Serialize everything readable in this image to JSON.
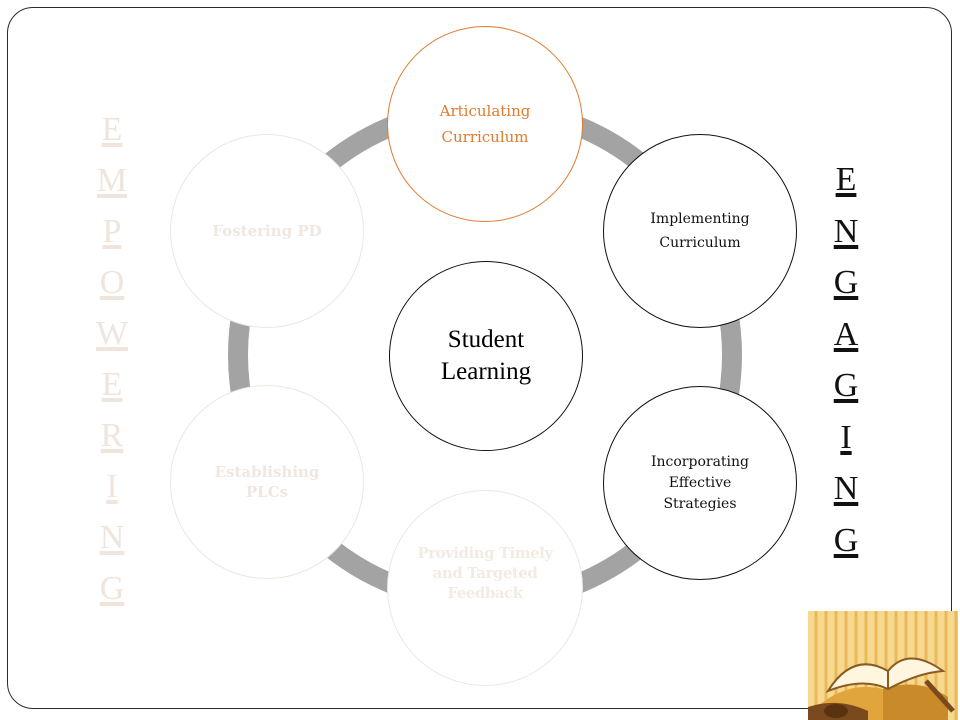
{
  "center": {
    "label": "Student Learning"
  },
  "nodes": [
    {
      "id": "articulating",
      "label": "Articulating\nCurriculum",
      "color": "#e07a2e",
      "border": "#e07a2e"
    },
    {
      "id": "implementing",
      "label": "Implementing\nCurriculum",
      "color": "#111111",
      "border": "#111111"
    },
    {
      "id": "incorporating",
      "label": "Incorporating\nEffective\nStrategies",
      "color": "#111111",
      "border": "#111111"
    },
    {
      "id": "providing",
      "label": "Providing Timely\nand Targeted\nFeedback",
      "color": "#f2ebe3",
      "border": "#ece6e0"
    },
    {
      "id": "establishing",
      "label": "Establishing\nPLCs",
      "color": "#efe7e0",
      "border": "#ece6e0"
    },
    {
      "id": "fostering",
      "label": "Fostering PD",
      "color": "#efe7e0",
      "border": "#ece6e0"
    }
  ],
  "left_word": {
    "letters": [
      "E",
      "M",
      "P",
      "O",
      "W",
      "E",
      "R",
      "I",
      "N",
      "G"
    ],
    "color": "#efe5dc"
  },
  "right_word": {
    "letters": [
      "E",
      "N",
      "G",
      "A",
      "G",
      "I",
      "N",
      "G"
    ],
    "color": "#111111"
  },
  "ring_color": "#a3a3a3",
  "icons": {
    "corner_art": "open-book-icon"
  }
}
